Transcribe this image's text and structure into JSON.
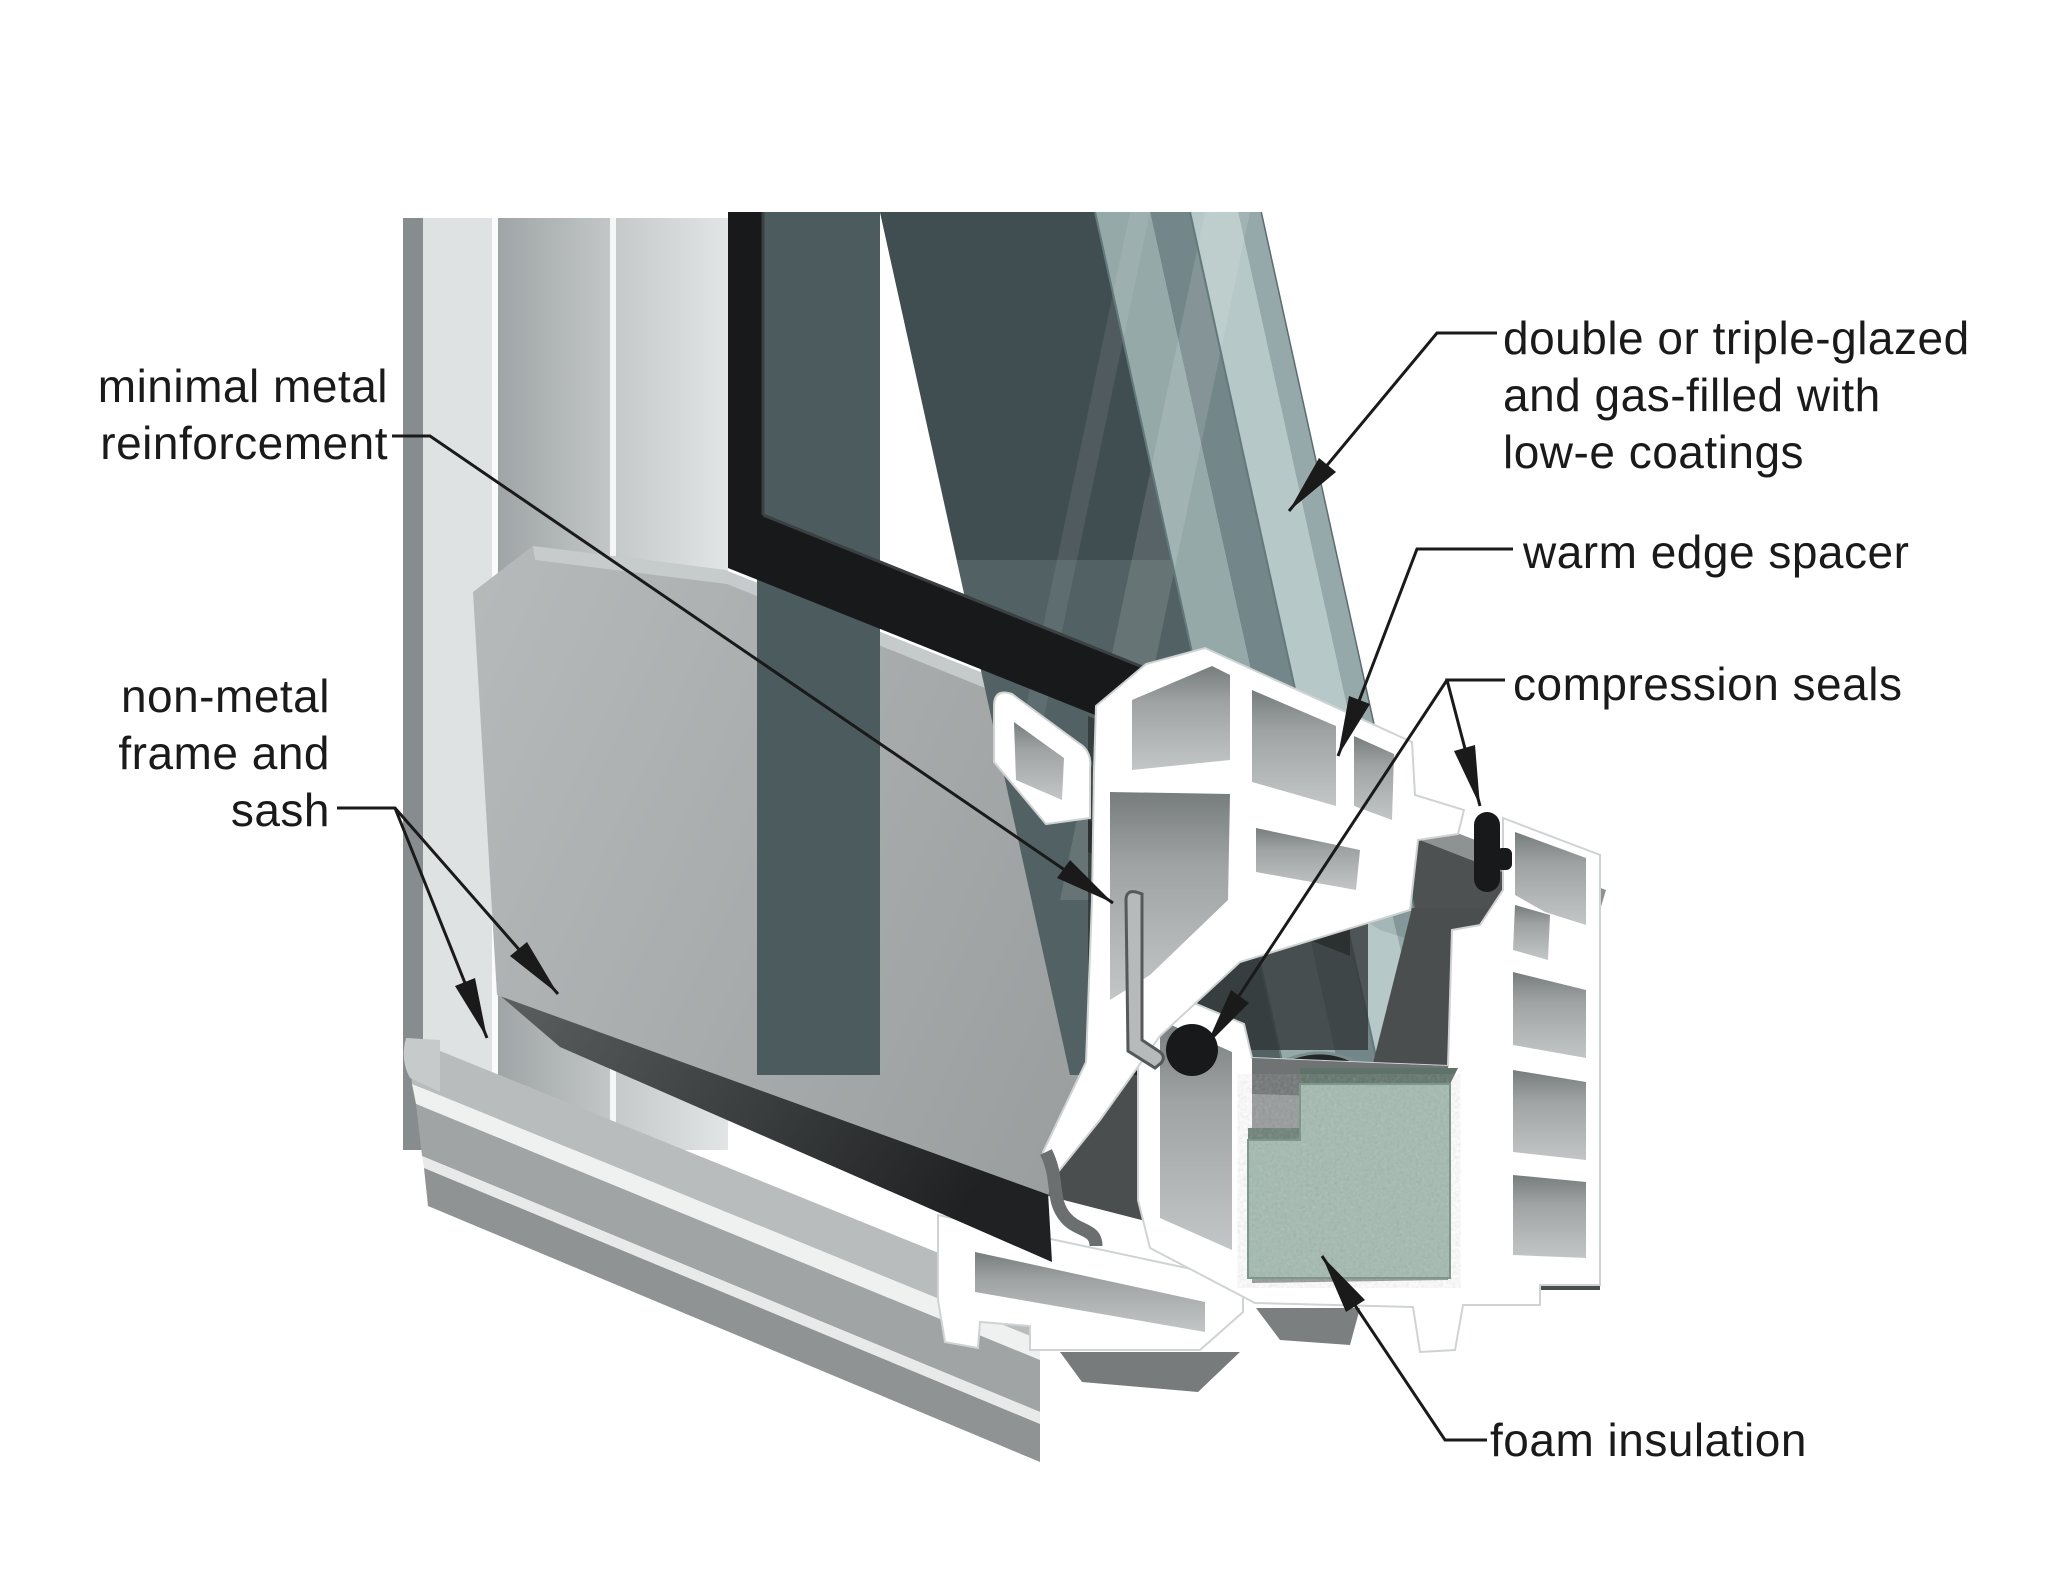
{
  "figure": {
    "subject": "Cross-section diagram of an energy-efficient window corner",
    "background_color": "#ffffff"
  },
  "labels": {
    "metal_reinforcement": {
      "lines": [
        "minimal metal",
        "reinforcement"
      ],
      "align": "right"
    },
    "frame_sash": {
      "lines": [
        "non-metal",
        "frame and",
        "sash"
      ],
      "align": "right"
    },
    "glazing": {
      "lines": [
        "double or triple-glazed",
        "and gas-filled with",
        "low-e coatings"
      ],
      "align": "left"
    },
    "warm_edge_spacer": {
      "lines": [
        "warm edge spacer"
      ],
      "align": "left"
    },
    "compression_seals": {
      "lines": [
        "compression seals"
      ],
      "align": "left"
    },
    "foam_insulation": {
      "lines": [
        "foam insulation"
      ],
      "align": "left"
    }
  },
  "colors": {
    "text": "#1a1a1a",
    "leader_line": "#1a1a1a",
    "glass_dark": "#4c5b5e",
    "glass_mid": "#6d8285",
    "glass_light": "#aec2c1",
    "gasket_black": "#17191a",
    "pvc_white": "#ffffff",
    "chamber_gray": "#a4a8a9",
    "sash_gray": "#a8acad",
    "foam_teal": "#a3bab0",
    "shadow_dark": "#4a4e4f"
  }
}
